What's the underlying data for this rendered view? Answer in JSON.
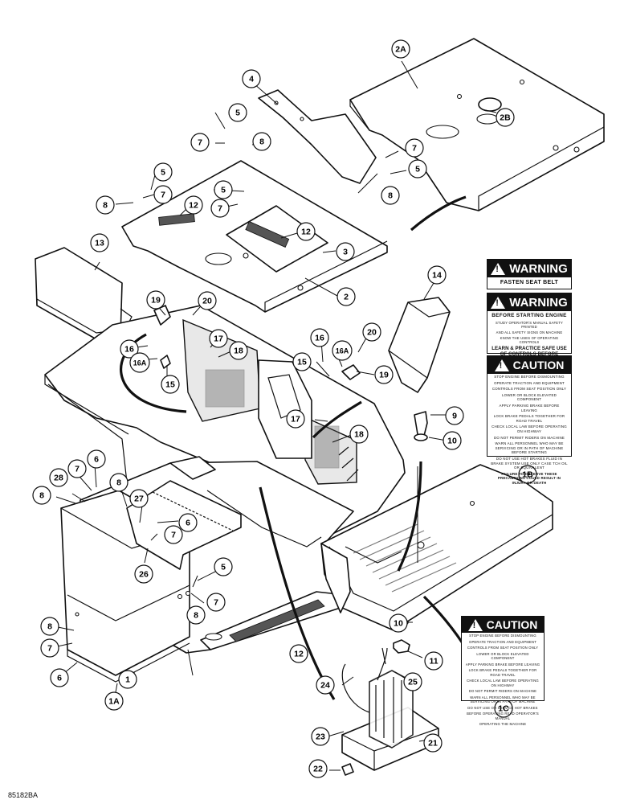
{
  "drawing_id": "85182BA",
  "callouts": [
    {
      "id": "c-2A",
      "label": "2A"
    },
    {
      "id": "c-2B",
      "label": "2B"
    },
    {
      "id": "c-4",
      "label": "4"
    },
    {
      "id": "c-5a",
      "label": "5"
    },
    {
      "id": "c-7a",
      "label": "7"
    },
    {
      "id": "c-8a",
      "label": "8"
    },
    {
      "id": "c-7b",
      "label": "7"
    },
    {
      "id": "c-8b",
      "label": "8"
    },
    {
      "id": "c-5b",
      "label": "5"
    },
    {
      "id": "c-5c",
      "label": "5"
    },
    {
      "id": "c-7c",
      "label": "7"
    },
    {
      "id": "c-8c",
      "label": "8"
    },
    {
      "id": "c-5d",
      "label": "5"
    },
    {
      "id": "c-7d",
      "label": "7"
    },
    {
      "id": "c-12a",
      "label": "12"
    },
    {
      "id": "c-12b",
      "label": "12"
    },
    {
      "id": "c-3",
      "label": "3"
    },
    {
      "id": "c-13",
      "label": "13"
    },
    {
      "id": "c-2",
      "label": "2"
    },
    {
      "id": "c-14",
      "label": "14"
    },
    {
      "id": "c-19a",
      "label": "19"
    },
    {
      "id": "c-20a",
      "label": "20"
    },
    {
      "id": "c-17a",
      "label": "17"
    },
    {
      "id": "c-18a",
      "label": "18"
    },
    {
      "id": "c-16a",
      "label": "16"
    },
    {
      "id": "c-16Aa",
      "label": "16A"
    },
    {
      "id": "c-15a",
      "label": "15"
    },
    {
      "id": "c-16b",
      "label": "16"
    },
    {
      "id": "c-16Ab",
      "label": "16A"
    },
    {
      "id": "c-20b",
      "label": "20"
    },
    {
      "id": "c-15b",
      "label": "15"
    },
    {
      "id": "c-19b",
      "label": "19"
    },
    {
      "id": "c-9",
      "label": "9"
    },
    {
      "id": "c-17b",
      "label": "17"
    },
    {
      "id": "c-18b",
      "label": "18"
    },
    {
      "id": "c-10a",
      "label": "10"
    },
    {
      "id": "c-1B",
      "label": "1B"
    },
    {
      "id": "c-6a",
      "label": "6"
    },
    {
      "id": "c-7e",
      "label": "7"
    },
    {
      "id": "c-28",
      "label": "28"
    },
    {
      "id": "c-8d",
      "label": "8"
    },
    {
      "id": "c-8e",
      "label": "8"
    },
    {
      "id": "c-27",
      "label": "27"
    },
    {
      "id": "c-6b",
      "label": "6"
    },
    {
      "id": "c-7f",
      "label": "7"
    },
    {
      "id": "c-26",
      "label": "26"
    },
    {
      "id": "c-5e",
      "label": "5"
    },
    {
      "id": "c-8f",
      "label": "8"
    },
    {
      "id": "c-7g",
      "label": "7"
    },
    {
      "id": "c-8g",
      "label": "8"
    },
    {
      "id": "c-7h",
      "label": "7"
    },
    {
      "id": "c-6c",
      "label": "6"
    },
    {
      "id": "c-12c",
      "label": "12"
    },
    {
      "id": "c-10b",
      "label": "10"
    },
    {
      "id": "c-11",
      "label": "11"
    },
    {
      "id": "c-1",
      "label": "1"
    },
    {
      "id": "c-1A",
      "label": "1A"
    },
    {
      "id": "c-24",
      "label": "24"
    },
    {
      "id": "c-25",
      "label": "25"
    },
    {
      "id": "c-1C",
      "label": "1C"
    },
    {
      "id": "c-23",
      "label": "23"
    },
    {
      "id": "c-21",
      "label": "21"
    },
    {
      "id": "c-22",
      "label": "22"
    }
  ],
  "decals": {
    "warning_1": {
      "heading": "WARNING",
      "sub": "FASTEN SEAT BELT"
    },
    "warning_2": {
      "heading": "WARNING",
      "sub": "BEFORE STARTING ENGINE",
      "lines": [
        "STUDY OPERATOR'S MANUAL SAFETY PRINTED",
        "AND ALL SAFETY SIGNS ON MACHINE",
        "KNOW THE USES OF OPERATING CONTROLS"
      ],
      "emphasis": "LEARN & PRACTICE SAFE USE OF CONTROLS BEFORE OPERATING"
    },
    "caution_1": {
      "heading": "CAUTION",
      "lines": [
        "STOP ENGINE BEFORE DISMOUNTING",
        "OPERATE TRACTION AND EQUIPMENT",
        "CONTROLS FROM SEAT POSITION ONLY",
        "LOWER OR BLOCK ELEVATED COMPONENT",
        "APPLY PARKING BRAKE BEFORE LEAVING",
        "LOCK BRAKE PEDALS TOGETHER FOR ROAD TRAVEL",
        "CHECK LOCAL LAW BEFORE OPERATING ON HIGHWAY",
        "DO NOT PERMIT RIDERS ON MACHINE",
        "WARN ALL PERSONNEL WHO MAY BE SERVICING OR IN PATH OF MACHINE BEFORE STARTING",
        "DO NOT USE HOT BRAKES FLUID IN BRAKE SYSTEM USE ONLY CASE TCH OIL OR EQUIVALENT",
        "FAILURE TO OBSERVE THESE PRECAUTIONS COULD RESULT IN INJURY OR DEATH"
      ]
    },
    "caution_2": {
      "heading": "CAUTION",
      "lines": [
        "STOP ENGINE BEFORE DISMOUNTING",
        "OPERATE TRACTION AND EQUIPMENT",
        "CONTROLS FROM SEAT POSITION ONLY",
        "LOWER OR BLOCK ELEVATED COMPONENT",
        "APPLY PARKING BRAKE BEFORE LEAVING",
        "LOCK BRAKE PEDALS TOGETHER FOR ROAD TRAVEL",
        "CHECK LOCAL LAW BEFORE OPERATING ON HIGHWAY",
        "DO NOT PERMIT RIDERS ON MACHINE",
        "WARN ALL PERSONNEL WHO MAY BE SERVICING OR IN PATH OF MACHINE",
        "DO NOT USE OR SERVICE HOT BRAKES",
        "BEFORE OPERATING READ OPERATOR'S MANUAL",
        "OPERATING THE MACHINE"
      ]
    }
  }
}
